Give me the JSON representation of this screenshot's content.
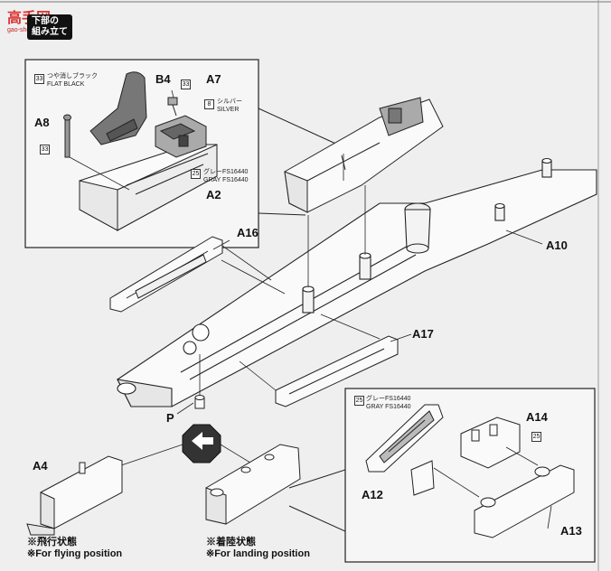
{
  "watermark": {
    "brand": "高手网",
    "url": "gao-shou.net"
  },
  "step": {
    "title_line1": "下部の",
    "title_line2": "組み立て"
  },
  "parts": {
    "B4": "B4",
    "A7": "A7",
    "A8": "A8",
    "A2": "A2",
    "A16": "A16",
    "A10": "A10",
    "A17": "A17",
    "P": "P",
    "A4": "A4",
    "A12": "A12",
    "A14": "A14",
    "A13": "A13"
  },
  "paint": {
    "flat_black": {
      "code": "33",
      "jp": "つや消しブラック",
      "en": "FLAT BLACK"
    },
    "silver": {
      "code": "8",
      "jp": "シルバー",
      "en": "SILVER"
    },
    "gray_a2": {
      "code": "25",
      "jp": "グレーFS16440",
      "en": "GRAY FS16440"
    },
    "gray_a12": {
      "code": "25",
      "jp": "グレーFS16440",
      "en": "GRAY FS16440"
    },
    "code_a7": "33",
    "code_a8": "33",
    "code_a14": "25"
  },
  "notes": {
    "flying_jp": "※飛行状態",
    "flying_en": "※For flying position",
    "landing_jp": "※着陸状態",
    "landing_en": "※For landing position"
  },
  "icon": {
    "choice": "choice-arrows-icon"
  }
}
